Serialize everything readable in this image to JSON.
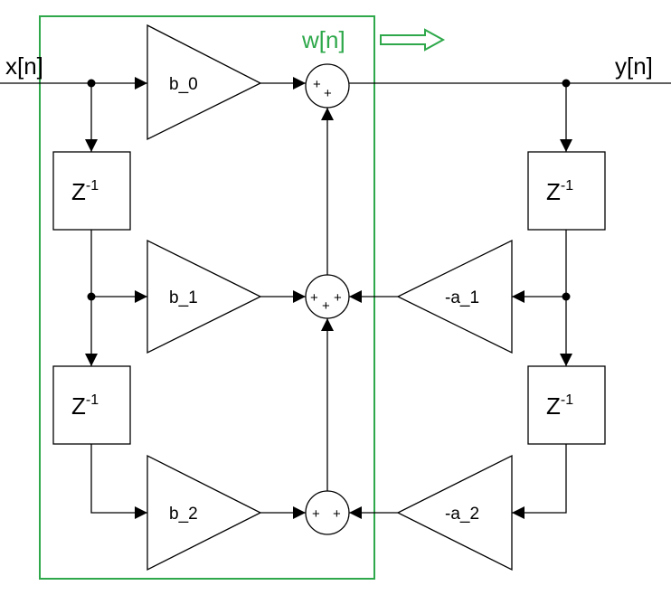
{
  "signals": {
    "input": "x[n]",
    "output": "y[n]",
    "intermediate": "w[n]"
  },
  "gains": {
    "b0": "b_0",
    "b1": "b_1",
    "b2": "b_2",
    "a1": "-a_1",
    "a2": "-a_2"
  },
  "delay": {
    "base": "Z",
    "exponent": "-1"
  },
  "summers": {
    "top": [
      "+",
      "+"
    ],
    "middle": [
      "+",
      "+",
      "+"
    ],
    "bottom": [
      "+",
      "+"
    ]
  },
  "colors": {
    "highlight": "#2ea84a",
    "line": "#000000"
  }
}
